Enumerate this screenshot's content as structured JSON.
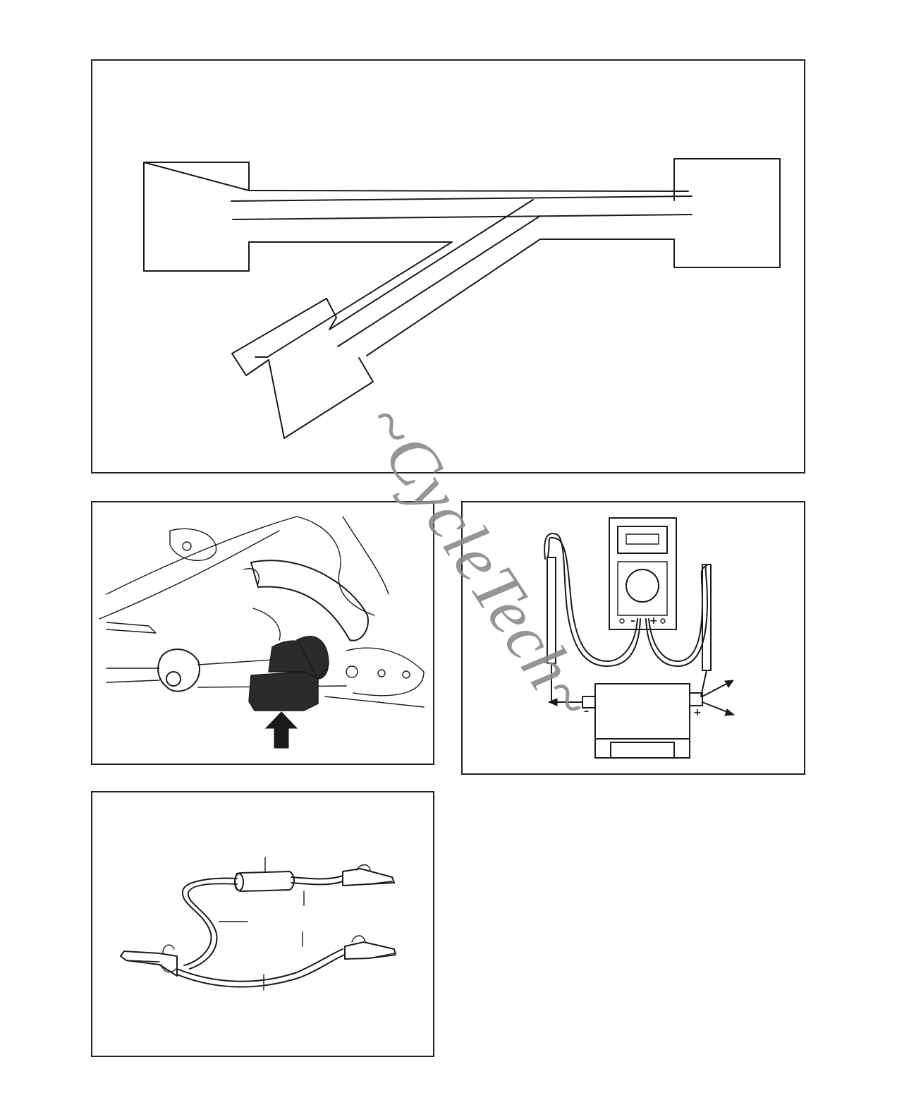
{
  "figures": [
    {
      "id": "wiring-harness-diagram",
      "labels": []
    },
    {
      "id": "engine-underside-illustration",
      "labels": []
    },
    {
      "id": "multimeter-test-illustration",
      "meter_terminals": {
        "negative": "–",
        "positive": "+"
      },
      "component_terminals": {
        "negative": "–",
        "positive": "+"
      }
    },
    {
      "id": "jumper-lead-illustration",
      "labels": []
    }
  ],
  "watermark": {
    "text": "~CycleTech~",
    "color": "#8a8a8a"
  }
}
